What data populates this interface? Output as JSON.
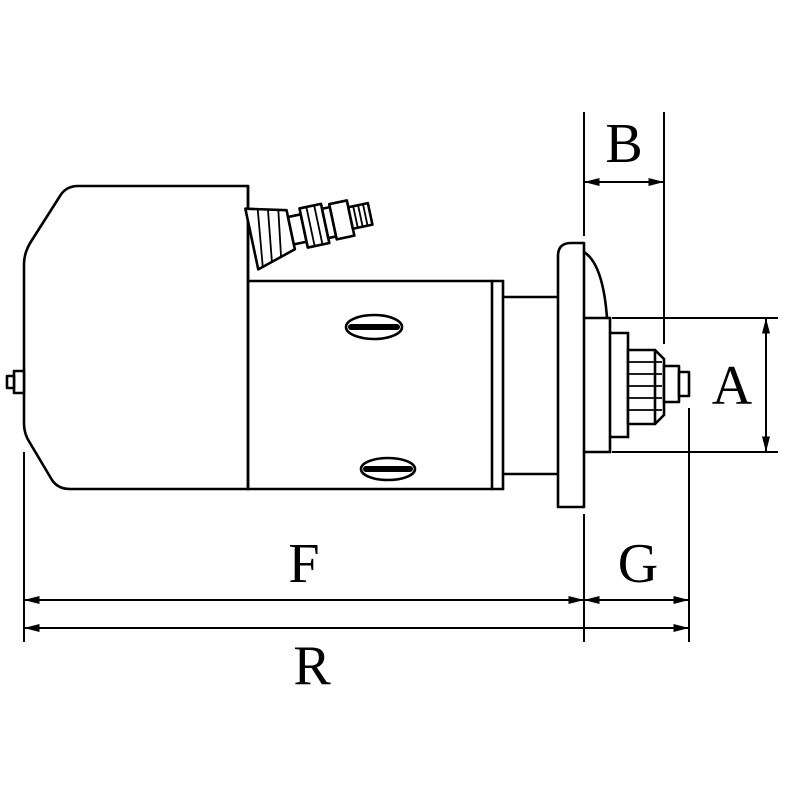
{
  "diagram": {
    "labels": {
      "dim_b": "B",
      "dim_a": "A",
      "dim_f": "F",
      "dim_g": "G",
      "dim_r": "R"
    },
    "colors": {
      "line": "#000000",
      "background": "#ffffff"
    }
  }
}
